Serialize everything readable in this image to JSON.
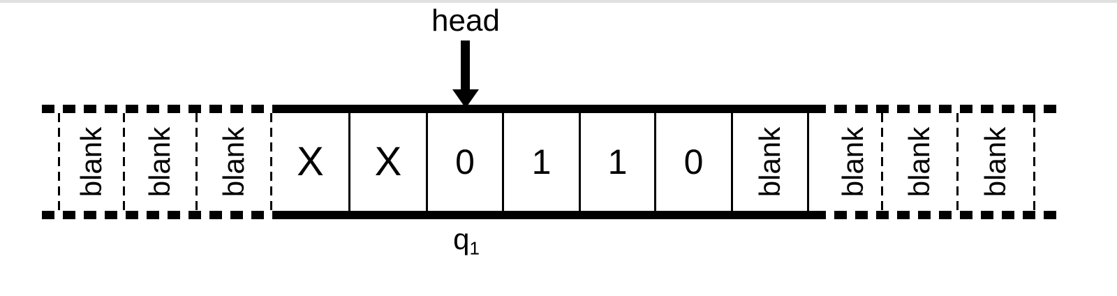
{
  "window": {
    "background_color": "#ffffff",
    "top_strip_color": "#e0e0e0"
  },
  "diagram": {
    "type": "turing-machine-tape",
    "ink_color": "#000000",
    "head_pointer": {
      "label": "head",
      "points_to_main_cell_index": 2
    },
    "state_label": {
      "base": "q",
      "subscript": "1"
    },
    "tape": {
      "left_dashed_cells": [
        "blank",
        "blank",
        "blank"
      ],
      "main_cells": [
        "X",
        "X",
        "0",
        "1",
        "1",
        "0",
        "blank"
      ],
      "right_dashed_cells": [
        "blank",
        "blank",
        "blank"
      ]
    }
  }
}
